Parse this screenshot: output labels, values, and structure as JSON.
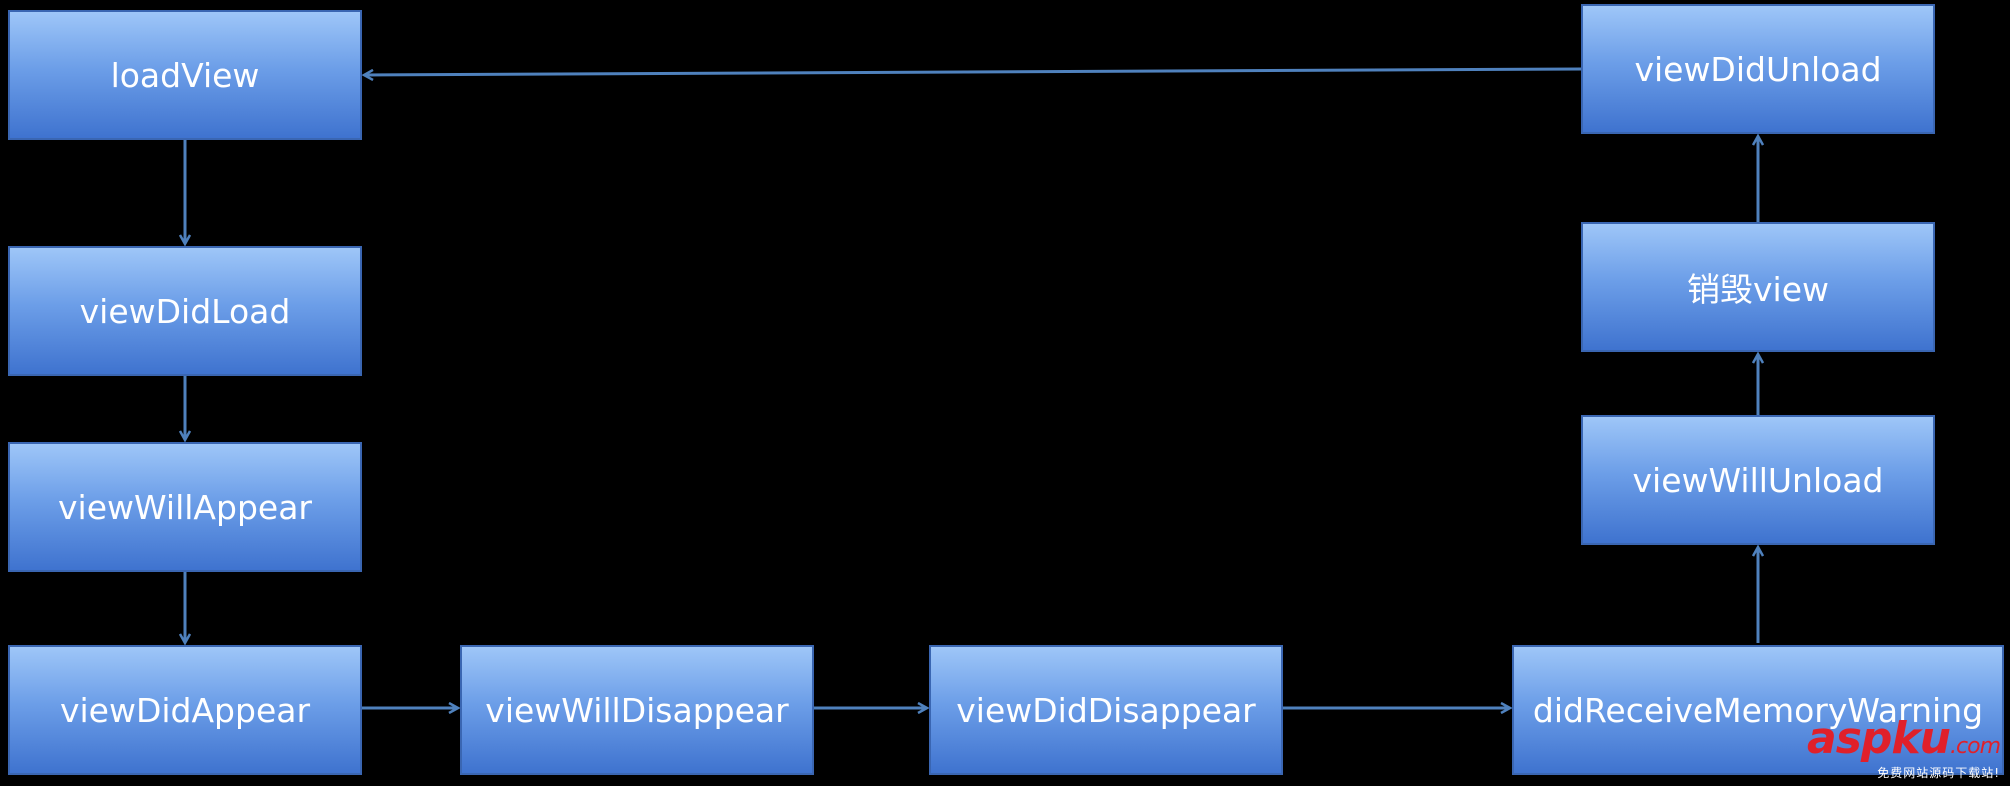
{
  "nodes": {
    "load_view": "loadView",
    "view_did_load": "viewDidLoad",
    "view_will_appear": "viewWillAppear",
    "view_did_appear": "viewDidAppear",
    "view_will_disappear": "viewWillDisappear",
    "view_did_disappear": "viewDidDisappear",
    "did_receive_memory_warning": "didReceiveMemoryWarning",
    "view_will_unload": "viewWillUnload",
    "destroy_view": "销毁view",
    "view_did_unload": "viewDidUnload"
  },
  "watermark": {
    "logo_main": "aspku",
    "logo_suffix": ".com",
    "tagline": "免费网站源码下载站!"
  },
  "colors": {
    "background": "#000000",
    "box_top": "#9ec6f8",
    "box_bottom": "#3f73cf",
    "arrow": "#4f81bd",
    "watermark": "#e0202a"
  }
}
